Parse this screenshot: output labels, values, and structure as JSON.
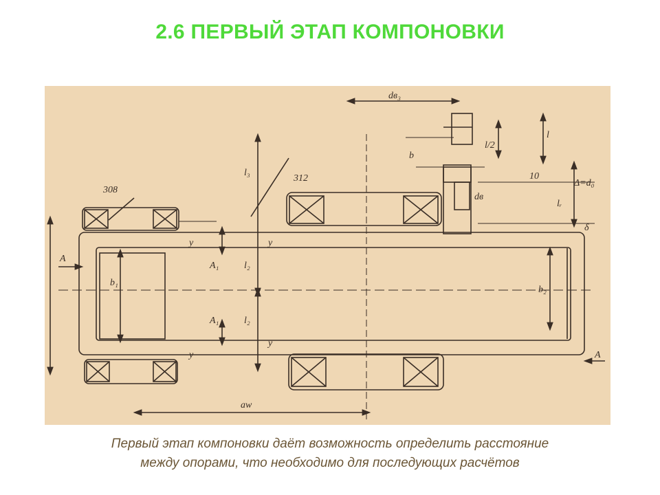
{
  "slide": {
    "title": "2.6 ПЕРВЫЙ ЭТАП КОМПОНОВКИ",
    "caption_line1": "Первый этап компоновки даёт возможность определить расстояние",
    "caption_line2": "между опорами, что необходимо для последующих расчётов"
  },
  "drawing": {
    "bearing_left_label": "308",
    "bearing_right_label": "312",
    "labels": {
      "d_b3": "dв₃",
      "l_top": "l",
      "l_half": "l/2",
      "b_small": "b",
      "ten": "10",
      "delta_da": "Δ=d₀",
      "d_b": "dв",
      "l_r": "lᵣ",
      "delta": "δ",
      "l3": "l₃",
      "l2_upper": "l₂",
      "l2_lower": "l₂",
      "A1_upper": "A₁",
      "A1_lower": "A₁",
      "b1": "b₁",
      "b2": "b₂",
      "y1": "y",
      "y2": "y",
      "y3": "y",
      "y4": "y",
      "A_left": "A",
      "A_right": "A",
      "aw": "aw"
    }
  }
}
